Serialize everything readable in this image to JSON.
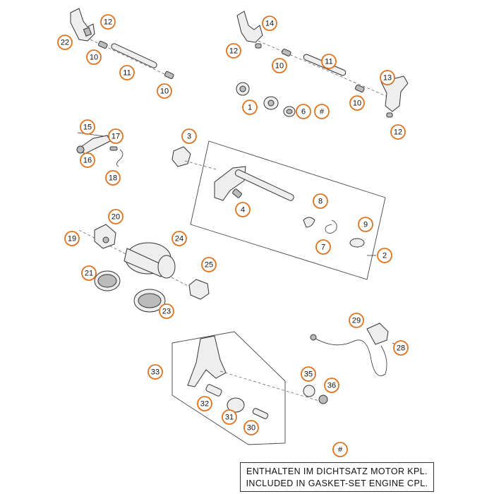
{
  "diagram": {
    "callouts": [
      {
        "id": "c1",
        "label": "1"
      },
      {
        "id": "c2",
        "label": "2"
      },
      {
        "id": "c3",
        "label": "3"
      },
      {
        "id": "c4",
        "label": "4"
      },
      {
        "id": "c6",
        "label": "6"
      },
      {
        "id": "c7",
        "label": "7"
      },
      {
        "id": "c8",
        "label": "8"
      },
      {
        "id": "c9",
        "label": "9"
      },
      {
        "id": "c10a",
        "label": "10"
      },
      {
        "id": "c10b",
        "label": "10"
      },
      {
        "id": "c10c",
        "label": "10"
      },
      {
        "id": "c10d",
        "label": "10"
      },
      {
        "id": "c11a",
        "label": "11"
      },
      {
        "id": "c11b",
        "label": "11"
      },
      {
        "id": "c12a",
        "label": "12"
      },
      {
        "id": "c12b",
        "label": "12"
      },
      {
        "id": "c12c",
        "label": "12"
      },
      {
        "id": "c13",
        "label": "13"
      },
      {
        "id": "c14",
        "label": "14"
      },
      {
        "id": "c15",
        "label": "15"
      },
      {
        "id": "c16",
        "label": "16"
      },
      {
        "id": "c17",
        "label": "17"
      },
      {
        "id": "c18",
        "label": "18"
      },
      {
        "id": "c19",
        "label": "19"
      },
      {
        "id": "c20",
        "label": "20"
      },
      {
        "id": "c21",
        "label": "21"
      },
      {
        "id": "c22",
        "label": "22"
      },
      {
        "id": "c23",
        "label": "23"
      },
      {
        "id": "c24",
        "label": "24"
      },
      {
        "id": "c25",
        "label": "25"
      },
      {
        "id": "c28",
        "label": "28"
      },
      {
        "id": "c29",
        "label": "29"
      },
      {
        "id": "c30",
        "label": "30"
      },
      {
        "id": "c31",
        "label": "31"
      },
      {
        "id": "c32",
        "label": "32"
      },
      {
        "id": "c33",
        "label": "33"
      },
      {
        "id": "c35",
        "label": "35"
      },
      {
        "id": "c36",
        "label": "36"
      },
      {
        "id": "chashA",
        "label": "#"
      },
      {
        "id": "chashB",
        "label": "#"
      }
    ],
    "note": {
      "line1": "ENTHALTEN IM DICHTSATZ MOTOR KPL.",
      "line2": "INCLUDED IN GASKET-SET ENGINE CPL."
    }
  },
  "colors": {
    "callout_border": "#e0731e",
    "line": "#333333"
  }
}
